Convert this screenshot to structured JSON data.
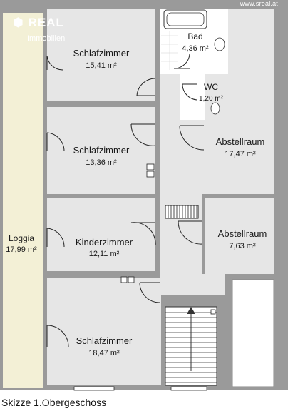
{
  "brand": {
    "name": "REAL",
    "sub": "Immobilien",
    "url": "www.sreal.at"
  },
  "caption": "Skizze 1.Obergeschoss",
  "rooms": [
    {
      "name": "Schlafzimmer",
      "area": "15,41 m²"
    },
    {
      "name": "Bad",
      "area": "4,36 m²"
    },
    {
      "name": "WC",
      "area": "1,20 m²"
    },
    {
      "name": "Schlafzimmer",
      "area": "13,36 m²"
    },
    {
      "name": "Abstellraum",
      "area": "17,47 m²"
    },
    {
      "name": "Loggia",
      "area": "17,99 m²"
    },
    {
      "name": "Kinderzimmer",
      "area": "12,11 m²"
    },
    {
      "name": "Abstellraum",
      "area": "7,63 m²"
    },
    {
      "name": "Schlafzimmer",
      "area": "18,47 m²"
    }
  ]
}
